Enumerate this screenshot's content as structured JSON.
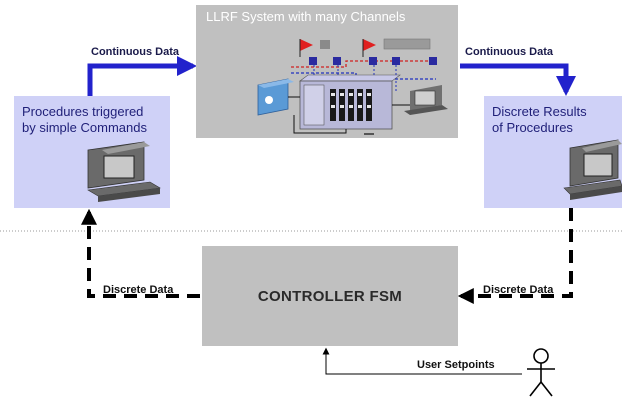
{
  "llrf_box": {
    "title": "LLRF System with many Channels"
  },
  "left_box": {
    "line1": "Procedures triggered",
    "line2": "by simple Commands"
  },
  "right_box": {
    "line1": "Discrete Results",
    "line2": "of Procedures"
  },
  "controller": {
    "title": "CONTROLLER FSM"
  },
  "labels": {
    "continuous_left": "Continuous Data",
    "continuous_right": "Continuous Data",
    "discrete_left": "Discrete Data",
    "discrete_right": "Discrete Data",
    "user_setpoints": "User Setpoints"
  },
  "colors": {
    "process_box": "#c0c0c0",
    "procedure_box": "#cfd1f7",
    "continuous_arrow": "#2222cc",
    "discrete_arrow": "#000000",
    "divider": "#999999"
  },
  "icons": [
    "computer-icon",
    "stick-figure-icon",
    "llrf-schematic"
  ]
}
